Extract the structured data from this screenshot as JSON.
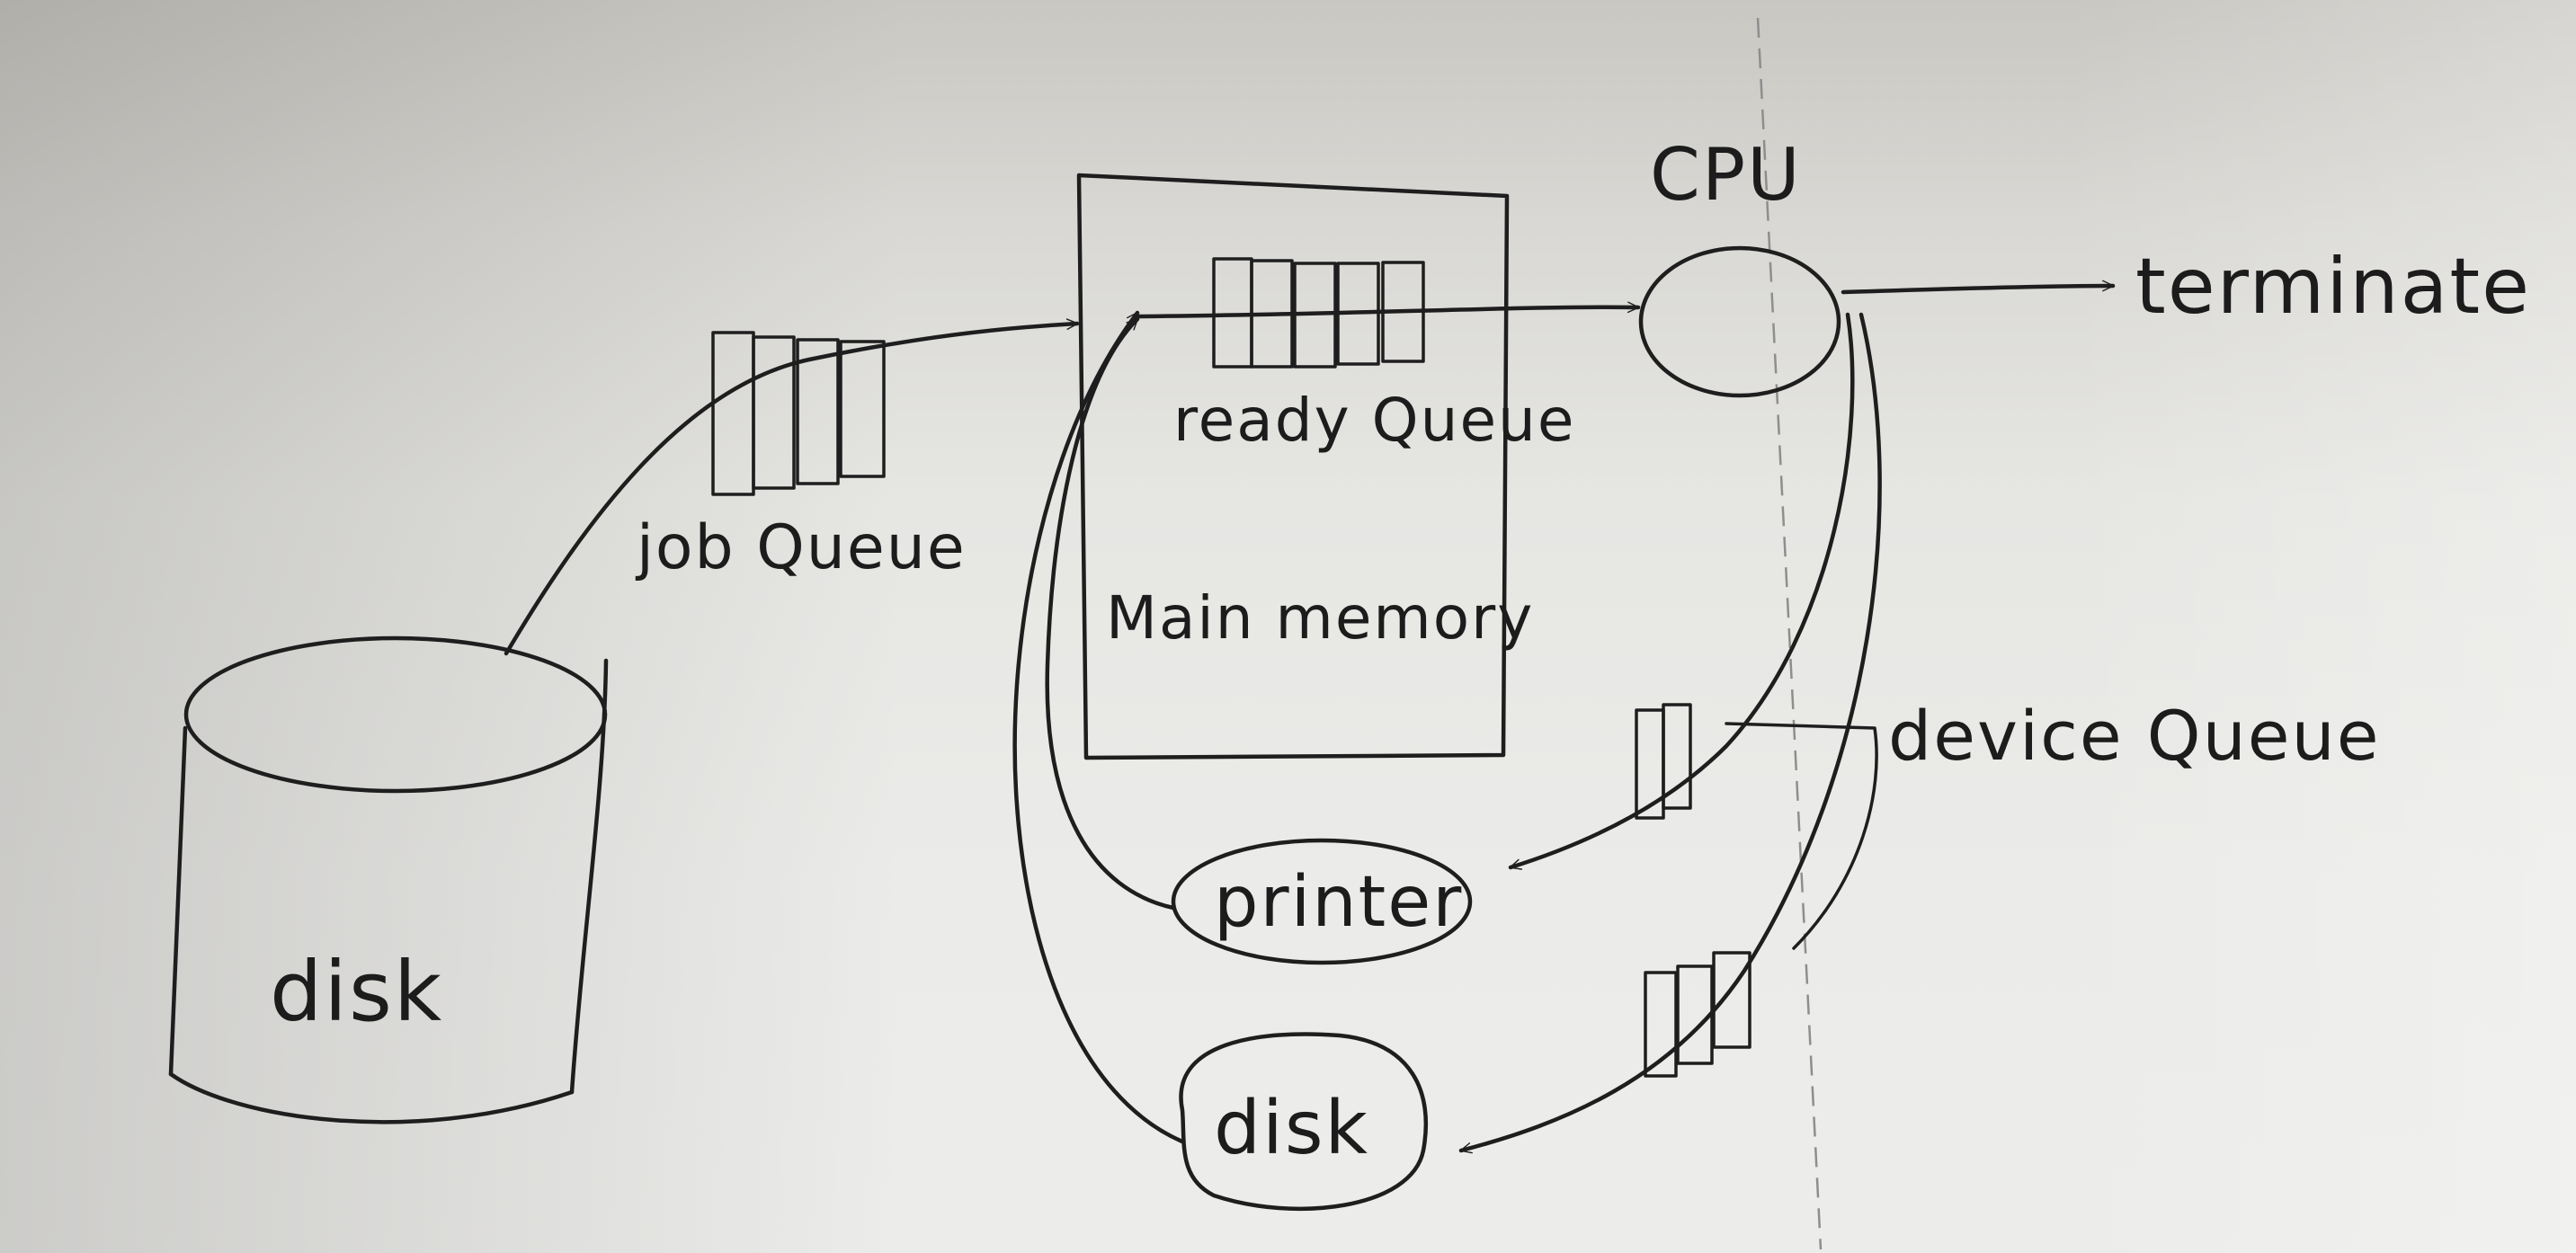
{
  "labels": {
    "disk_main": "disk",
    "job_queue": "job Queue",
    "ready_queue": "ready Queue",
    "main_memory": "Main memory",
    "cpu": "CPU",
    "terminate": "terminate",
    "device_queue": "device Queue",
    "printer": "printer",
    "disk_device": "disk"
  }
}
